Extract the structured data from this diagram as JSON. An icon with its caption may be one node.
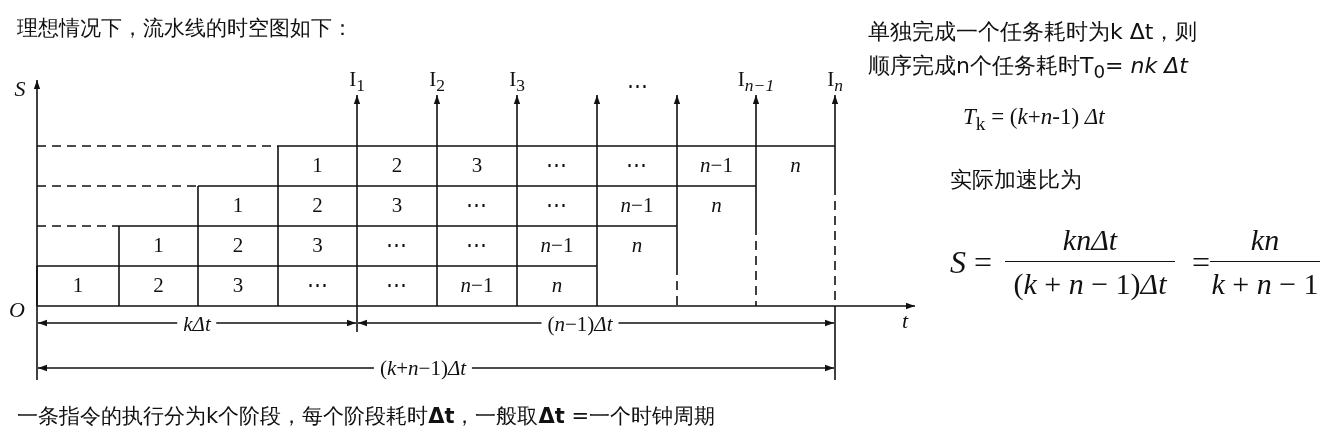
{
  "diagram": {
    "title": "理想情况下，流水线的时空图如下：",
    "caption": "一条指令的执行分为k个阶段，每个阶段耗时**Δt**，一般取**Δt** =一个时钟周期",
    "nodes": [
      {
        "text": [
          "1"
        ]
      },
      {
        "text": [
          "2"
        ]
      },
      {
        "text": [
          "3"
        ]
      },
      {
        "text": [
          "⋯"
        ]
      },
      {
        "text": [
          "⋯"
        ]
      },
      {
        "text": [
          "*n*−1"
        ]
      },
      {
        "text": [
          "*n*"
        ]
      },
      {
        "text": [
          "1"
        ]
      },
      {
        "text": [
          "2"
        ]
      },
      {
        "text": [
          "3"
        ]
      },
      {
        "text": [
          "⋯"
        ]
      },
      {
        "text": [
          "⋯"
        ]
      },
      {
        "text": [
          "*n*−1"
        ]
      },
      {
        "text": [
          "*n*"
        ]
      },
      {
        "text": [
          "1"
        ]
      },
      {
        "text": [
          "2"
        ]
      },
      {
        "text": [
          "3"
        ]
      },
      {
        "text": [
          "⋯"
        ]
      },
      {
        "text": [
          "⋯"
        ]
      },
      {
        "text": [
          "*n*−1"
        ]
      },
      {
        "text": [
          "*n*"
        ]
      },
      {
        "text": [
          "1"
        ]
      },
      {
        "text": [
          "2"
        ]
      },
      {
        "text": [
          "3"
        ]
      },
      {
        "text": [
          "⋯"
        ]
      },
      {
        "text": [
          "⋯"
        ]
      },
      {
        "text": [
          "*n*−1"
        ]
      },
      {
        "text": [
          "*n*"
        ]
      }
    ],
    "labels": [
      "S",
      "I$_{1}$",
      "I$_{2}$",
      "I$_{3}$",
      "⋯",
      "I$_{n−1}$",
      "I$_{n}$",
      "O",
      "kΔt",
      "(*n*−1)*Δt*",
      "t",
      "(*k*+*n*−1)*Δt*",
      "单独完成一个任务耗时为k Δt，则",
      "顺序完成n个任务耗时T$_{0}$= *nk Δt*",
      "*T*$_{k}$ = (*k*+*n*-1) *Δt*",
      "实际加速比为",
      "*S* =",
      "knΔt",
      "(*k* + *n* − 1)*Δt*",
      "=",
      "kn",
      "*k* + *n* − 1"
    ]
  }
}
